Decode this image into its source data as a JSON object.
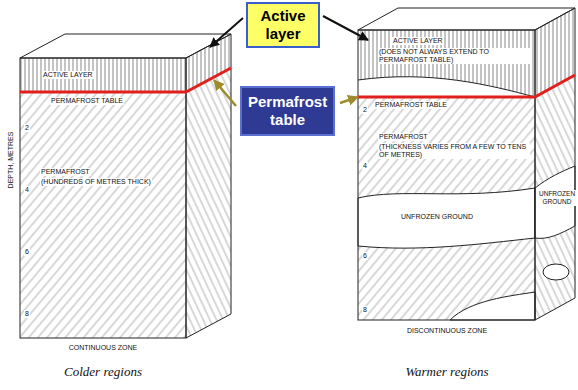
{
  "diagram": {
    "nodes": [
      {
        "text": [
          "Active layer"
        ]
      },
      {
        "text": [
          "Permafrost table"
        ]
      }
    ],
    "labels": [
      "DEPTH, METRES",
      "2",
      "4",
      "6",
      "8",
      "ACTIVE LAYER",
      "PERMAFROST TABLE",
      "PERMAFROST",
      "(HUNDREDS OF METRES THICK)",
      "CONTINUOUS ZONE",
      "ACTIVE LAYER",
      "(DOES NOT ALWAYS EXTEND TO PERMAFROST TABLE)",
      "PERMAFROST TABLE",
      "PERMAFROST",
      "(THICKNESS VARIES FROM A FEW TO TENS OF METRES)",
      "UNFROZEN GROUND",
      "UNFROZEN GROUND",
      "2",
      "4",
      "6",
      "8",
      "DISCONTINUOUS ZONE",
      "Colder regions",
      "Warmer regions"
    ]
  }
}
